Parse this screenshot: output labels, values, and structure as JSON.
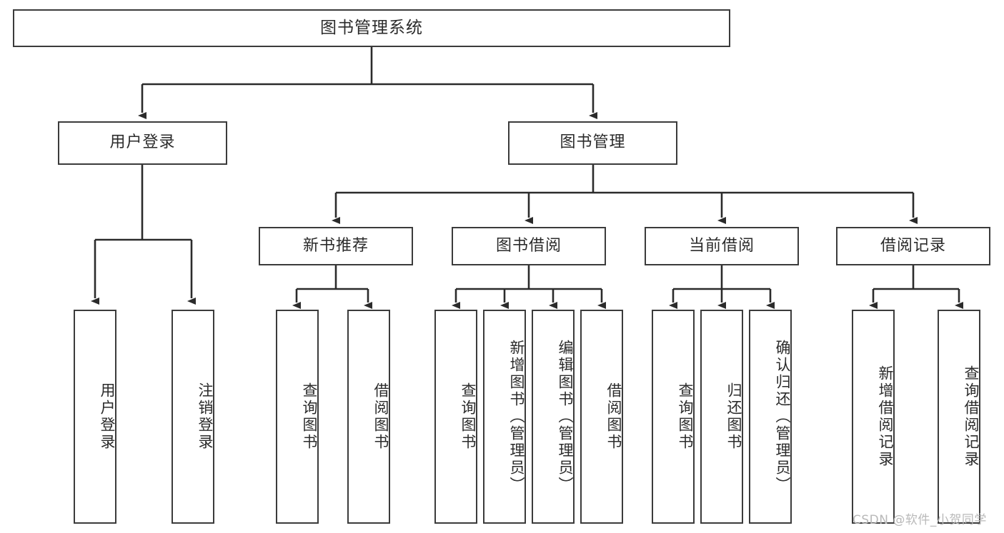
{
  "diagram": {
    "type": "tree",
    "title": "图书管理系统",
    "root": {
      "label": "图书管理系统"
    },
    "level2": [
      {
        "label": "用户登录"
      },
      {
        "label": "图书管理"
      }
    ],
    "level3": [
      {
        "label": "新书推荐"
      },
      {
        "label": "图书借阅"
      },
      {
        "label": "当前借阅"
      },
      {
        "label": "借阅记录"
      }
    ],
    "leaves": {
      "user_login": [
        {
          "label": "用户登录"
        },
        {
          "label": "注销登录"
        }
      ],
      "new_book_recommend": [
        {
          "label": "查询图书"
        },
        {
          "label": "借阅图书"
        }
      ],
      "book_borrow": [
        {
          "label": "查询图书"
        },
        {
          "label": "新增图书（管理员）"
        },
        {
          "label": "编辑图书（管理员）"
        },
        {
          "label": "借阅图书"
        }
      ],
      "current_borrow": [
        {
          "label": "查询图书"
        },
        {
          "label": "归还图书"
        },
        {
          "label": "确认归还（管理员）"
        }
      ],
      "borrow_records": [
        {
          "label": "新增借阅记录"
        },
        {
          "label": "查询借阅记录"
        }
      ]
    }
  },
  "watermark": {
    "text": "CSDN @软件_小贺同学"
  },
  "colors": {
    "stroke": "#3b3b3b",
    "text": "#2b2b2b",
    "background": "#ffffff",
    "watermark": "#b9b9b9"
  }
}
